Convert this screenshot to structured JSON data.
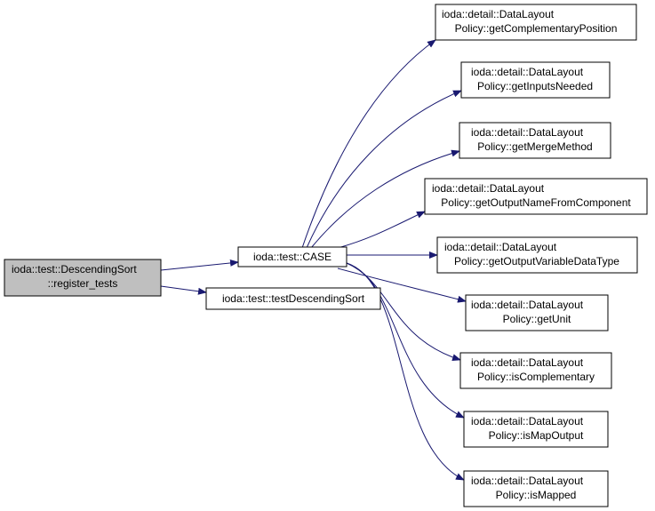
{
  "nodes": {
    "root": {
      "line1": "ioda::test::DescendingSort",
      "line2": "::register_tests"
    },
    "case": {
      "line1": "ioda::test::CASE"
    },
    "test_descending_sort": {
      "line1": "ioda::test::testDescendingSort"
    },
    "get_complementary_position": {
      "line1": "ioda::detail::DataLayout",
      "line2": "Policy::getComplementaryPosition"
    },
    "get_inputs_needed": {
      "line1": "ioda::detail::DataLayout",
      "line2": "Policy::getInputsNeeded"
    },
    "get_merge_method": {
      "line1": "ioda::detail::DataLayout",
      "line2": "Policy::getMergeMethod"
    },
    "get_output_name_from_component": {
      "line1": "ioda::detail::DataLayout",
      "line2": "Policy::getOutputNameFromComponent"
    },
    "get_output_variable_data_type": {
      "line1": "ioda::detail::DataLayout",
      "line2": "Policy::getOutputVariableDataType"
    },
    "get_unit": {
      "line1": "ioda::detail::DataLayout",
      "line2": "Policy::getUnit"
    },
    "is_complementary": {
      "line1": "ioda::detail::DataLayout",
      "line2": "Policy::isComplementary"
    },
    "is_map_output": {
      "line1": "ioda::detail::DataLayout",
      "line2": "Policy::isMapOutput"
    },
    "is_mapped": {
      "line1": "ioda::detail::DataLayout",
      "line2": "Policy::isMapped"
    }
  },
  "colors": {
    "edge": "#191970",
    "root_fill": "#bfbfbf",
    "node_fill": "#ffffff",
    "border": "#000000"
  }
}
